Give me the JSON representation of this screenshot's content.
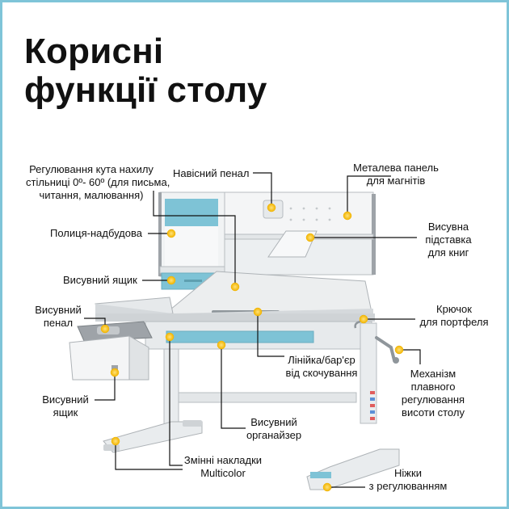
{
  "title": {
    "line1": "Корисні",
    "line2": "функції столу"
  },
  "labels": {
    "tilt": {
      "l1": "Регулювання кута нахилу",
      "l2": "стільниці 0º- 60º (для письма,",
      "l3": "читання, малювання)"
    },
    "pencil_case": "Навісний пенал",
    "metal_panel": {
      "l1": "Металева панель",
      "l2": "для магнітів"
    },
    "shelf": "Полиця-надбудова",
    "book_stand": {
      "l1": "Висувна",
      "l2": "підставка",
      "l3": "для книг"
    },
    "drawer_top": "Висувний ящик",
    "hook": {
      "l1": "Крючок",
      "l2": "для портфеля"
    },
    "pull_pencil": {
      "l1": "Висувний",
      "l2": "пенал"
    },
    "ruler": {
      "l1": "Лінійка/бар'єр",
      "l2": "від скочування"
    },
    "mechanism": {
      "l1": "Механізм",
      "l2": "плавного",
      "l3": "регулювання",
      "l4": "висоти столу"
    },
    "drawer_bottom": {
      "l1": "Висувний",
      "l2": "ящик"
    },
    "organizer": {
      "l1": "Висувний",
      "l2": "органайзер"
    },
    "overlays": {
      "l1": "Змінні накладки",
      "l2": "Multicolor"
    },
    "legs": {
      "l1": "Ніжки",
      "l2": "з регулюванням"
    }
  },
  "colors": {
    "frame": "#7fc4d8",
    "marker": "#f6c21a",
    "accent": "#7ec3d6",
    "desk": "#eef0f2",
    "desk_dark": "#9ea3a8"
  }
}
